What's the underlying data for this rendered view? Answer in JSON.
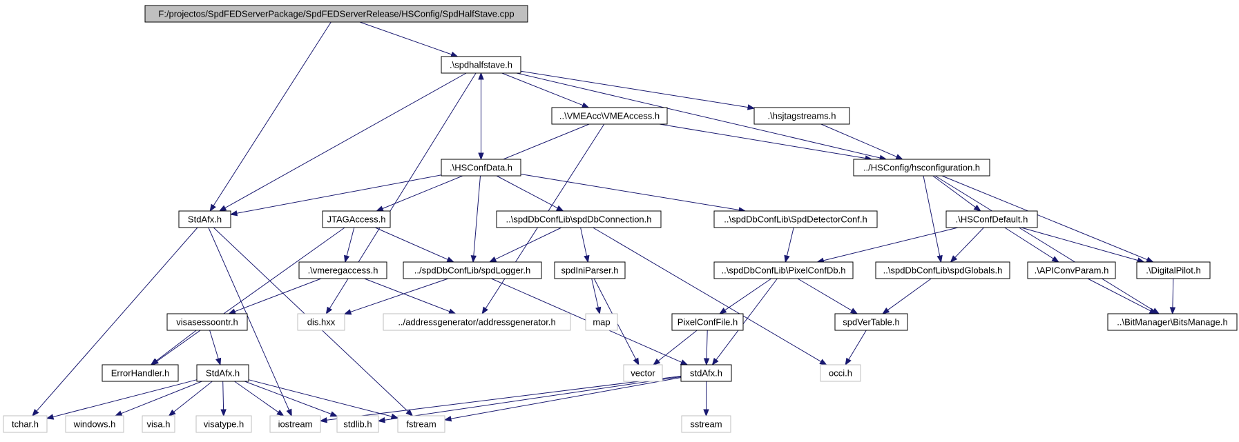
{
  "colors": {
    "root_fill": "#bfbfbf",
    "root_border": "#000000",
    "node_fill": "#ffffff",
    "node_border": "#000000",
    "external_border": "#bfbfbf",
    "edge": "#191970"
  },
  "nodes": [
    {
      "id": "root",
      "label": "F:/projectos/SpdFEDServerPackage/SpdFEDServerRelease/HSConfig/SpdHalfStave.cpp",
      "kind": "root"
    },
    {
      "id": "spdhalfstave",
      "label": ".\\spdhalfstave.h",
      "kind": "file"
    },
    {
      "id": "vmeaccess",
      "label": "..\\VMEAcc\\VMEAccess.h",
      "kind": "file"
    },
    {
      "id": "hsjtag",
      "label": ".\\hsjtagstreams.h",
      "kind": "file"
    },
    {
      "id": "hsconfdata",
      "label": ".\\HSConfData.h",
      "kind": "file"
    },
    {
      "id": "hsconfiguration",
      "label": "../HSConfig/hsconfiguration.h",
      "kind": "file"
    },
    {
      "id": "stdafx_top",
      "label": "StdAfx.h",
      "kind": "file"
    },
    {
      "id": "jtagaccess",
      "label": "JTAGAccess.h",
      "kind": "file"
    },
    {
      "id": "spddbconnection",
      "label": "..\\spdDbConfLib\\spdDbConnection.h",
      "kind": "file"
    },
    {
      "id": "spddetectorconf",
      "label": "..\\spdDbConfLib\\SpdDetectorConf.h",
      "kind": "file"
    },
    {
      "id": "hsconfdefault",
      "label": ".\\HSConfDefault.h",
      "kind": "file"
    },
    {
      "id": "vmeregaccess",
      "label": ".\\vmeregaccess.h",
      "kind": "file"
    },
    {
      "id": "spdlogger",
      "label": "../spdDbConfLib/spdLogger.h",
      "kind": "file"
    },
    {
      "id": "spdiniparser",
      "label": "spdIniParser.h",
      "kind": "file"
    },
    {
      "id": "pixelconfdb",
      "label": "..\\spdDbConfLib\\PixelConfDb.h",
      "kind": "file"
    },
    {
      "id": "spdglobals",
      "label": "..\\spdDbConfLib\\spdGlobals.h",
      "kind": "file"
    },
    {
      "id": "apiconvparam",
      "label": ".\\APIConvParam.h",
      "kind": "file"
    },
    {
      "id": "digitalpilot",
      "label": ".\\DigitalPilot.h",
      "kind": "file"
    },
    {
      "id": "visasessioncontr",
      "label": "visasessoontr.h",
      "kind": "file"
    },
    {
      "id": "dishxx",
      "label": "dis.hxx",
      "kind": "external"
    },
    {
      "id": "addressgen",
      "label": "../addressgenerator/addressgenerator.h",
      "kind": "external"
    },
    {
      "id": "map",
      "label": "map",
      "kind": "external"
    },
    {
      "id": "pixelconffile",
      "label": "PixelConfFile.h",
      "kind": "file"
    },
    {
      "id": "spdvertable",
      "label": "spdVerTable.h",
      "kind": "file"
    },
    {
      "id": "bitsmanage",
      "label": "..\\BitManager\\BitsManage.h",
      "kind": "file"
    },
    {
      "id": "errorhandler",
      "label": "ErrorHandler.h",
      "kind": "file"
    },
    {
      "id": "stdafx_mid",
      "label": "StdAfx.h",
      "kind": "file"
    },
    {
      "id": "vector",
      "label": "vector",
      "kind": "external"
    },
    {
      "id": "stdafx_low",
      "label": "stdAfx.h",
      "kind": "file"
    },
    {
      "id": "occi",
      "label": "occi.h",
      "kind": "external"
    },
    {
      "id": "tchar",
      "label": "tchar.h",
      "kind": "external"
    },
    {
      "id": "windows",
      "label": "windows.h",
      "kind": "external"
    },
    {
      "id": "visa",
      "label": "visa.h",
      "kind": "external"
    },
    {
      "id": "visatype",
      "label": "visatype.h",
      "kind": "external"
    },
    {
      "id": "iostream",
      "label": "iostream",
      "kind": "external"
    },
    {
      "id": "stdlib",
      "label": "stdlib.h",
      "kind": "external"
    },
    {
      "id": "fstream",
      "label": "fstream",
      "kind": "external"
    },
    {
      "id": "sstream",
      "label": "sstream",
      "kind": "external"
    }
  ],
  "edges": [
    [
      "root",
      "spdhalfstave"
    ],
    [
      "root",
      "stdafx_top"
    ],
    [
      "spdhalfstave",
      "vmeaccess"
    ],
    [
      "spdhalfstave",
      "hsjtag"
    ],
    [
      "spdhalfstave",
      "hsconfdata"
    ],
    [
      "spdhalfstave",
      "hsconfiguration"
    ],
    [
      "spdhalfstave",
      "stdafx_top"
    ],
    [
      "spdhalfstave",
      "dishxx"
    ],
    [
      "vmeaccess",
      "hsconfiguration"
    ],
    [
      "vmeaccess",
      "jtagaccess"
    ],
    [
      "vmeaccess",
      "addressgen"
    ],
    [
      "hsjtag",
      "hsconfiguration"
    ],
    [
      "hsconfdata",
      "spdhalfstave"
    ],
    [
      "hsconfdata",
      "stdafx_top"
    ],
    [
      "hsconfdata",
      "spdlogger"
    ],
    [
      "hsconfdata",
      "spddbconnection"
    ],
    [
      "hsconfdata",
      "spddetectorconf"
    ],
    [
      "hsconfiguration",
      "hsconfdefault"
    ],
    [
      "hsconfiguration",
      "spdglobals"
    ],
    [
      "hsconfiguration",
      "digitalpilot"
    ],
    [
      "hsconfiguration",
      "bitsmanage"
    ],
    [
      "stdafx_top",
      "tchar"
    ],
    [
      "stdafx_top",
      "iostream"
    ],
    [
      "stdafx_top",
      "fstream"
    ],
    [
      "jtagaccess",
      "vmeregaccess"
    ],
    [
      "jtagaccess",
      "spdlogger"
    ],
    [
      "jtagaccess",
      "errorhandler"
    ],
    [
      "spddbconnection",
      "spdlogger"
    ],
    [
      "spddbconnection",
      "spdiniparser"
    ],
    [
      "spddbconnection",
      "occi"
    ],
    [
      "spddetectorconf",
      "pixelconfdb"
    ],
    [
      "hsconfdefault",
      "pixelconfdb"
    ],
    [
      "hsconfdefault",
      "spdglobals"
    ],
    [
      "hsconfdefault",
      "apiconvparam"
    ],
    [
      "hsconfdefault",
      "digitalpilot"
    ],
    [
      "vmeregaccess",
      "visasessioncontr"
    ],
    [
      "vmeregaccess",
      "addressgen"
    ],
    [
      "spdlogger",
      "dishxx"
    ],
    [
      "spdlogger",
      "stdafx_low"
    ],
    [
      "spdiniparser",
      "map"
    ],
    [
      "spdiniparser",
      "vector"
    ],
    [
      "pixelconfdb",
      "pixelconffile"
    ],
    [
      "pixelconfdb",
      "spdvertable"
    ],
    [
      "pixelconfdb",
      "stdafx_low"
    ],
    [
      "spdglobals",
      "spdvertable"
    ],
    [
      "apiconvparam",
      "bitsmanage"
    ],
    [
      "digitalpilot",
      "bitsmanage"
    ],
    [
      "visasessioncontr",
      "errorhandler"
    ],
    [
      "visasessioncontr",
      "stdafx_mid"
    ],
    [
      "pixelconffile",
      "vector"
    ],
    [
      "pixelconffile",
      "stdafx_low"
    ],
    [
      "spdvertable",
      "occi"
    ],
    [
      "stdafx_mid",
      "tchar"
    ],
    [
      "stdafx_mid",
      "windows"
    ],
    [
      "stdafx_mid",
      "visa"
    ],
    [
      "stdafx_mid",
      "visatype"
    ],
    [
      "stdafx_mid",
      "iostream"
    ],
    [
      "stdafx_mid",
      "stdlib"
    ],
    [
      "stdafx_mid",
      "fstream"
    ],
    [
      "stdafx_low",
      "iostream"
    ],
    [
      "stdafx_low",
      "stdlib"
    ],
    [
      "stdafx_low",
      "fstream"
    ],
    [
      "stdafx_low",
      "sstream"
    ]
  ]
}
